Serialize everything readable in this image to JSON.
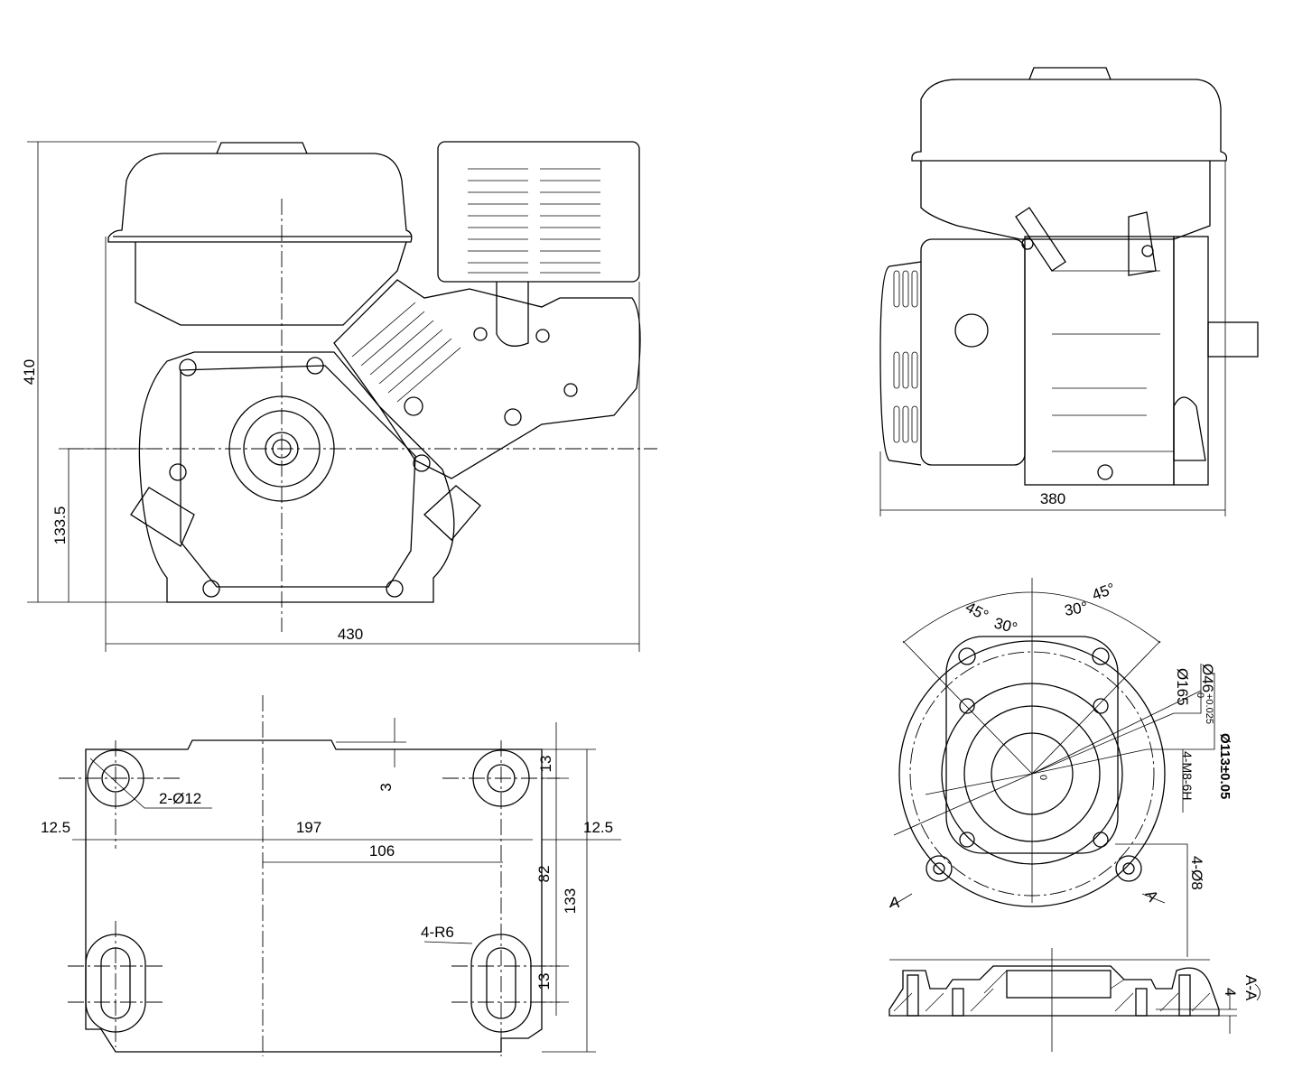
{
  "drawing": {
    "front_view": {
      "height": "410",
      "shaft_height": "133.5",
      "width": "430"
    },
    "side_view": {
      "width": "380"
    },
    "base_view": {
      "step": "3",
      "edge_top": "13",
      "hole_label": "2-Ø12",
      "left_offset": "12.5",
      "hole_spacing": "197",
      "center_offset": "106",
      "right_offset": "12.5",
      "slot_spacing": "82",
      "total_depth": "133",
      "slot_label": "4-R6",
      "edge_bottom": "13"
    },
    "flange_view": {
      "angle_1": "45°",
      "angle_2": "30°",
      "angle_3": "30°",
      "angle_4": "45°",
      "bore": "Ø46",
      "bore_tol_upper": "+0.025",
      "bore_tol_lower": "0",
      "outer_dia": "Ø165",
      "pcd": "Ø113±0.05",
      "thread": "4-M8-6H",
      "holes": "4-Ø8",
      "section_mark_left": "A",
      "section_mark_right": "A",
      "center_mark": "0"
    },
    "section_view": {
      "title": "A-A",
      "depth": "4"
    }
  }
}
